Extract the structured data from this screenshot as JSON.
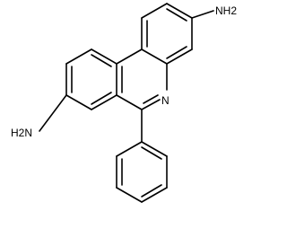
{
  "molecule": {
    "labels": {
      "nh2_upper": "NH2",
      "h2n_left": "H2N",
      "ring_n": "N"
    },
    "colors": {
      "bond": "#000000",
      "label": "#000000",
      "background": "#ffffff"
    }
  }
}
